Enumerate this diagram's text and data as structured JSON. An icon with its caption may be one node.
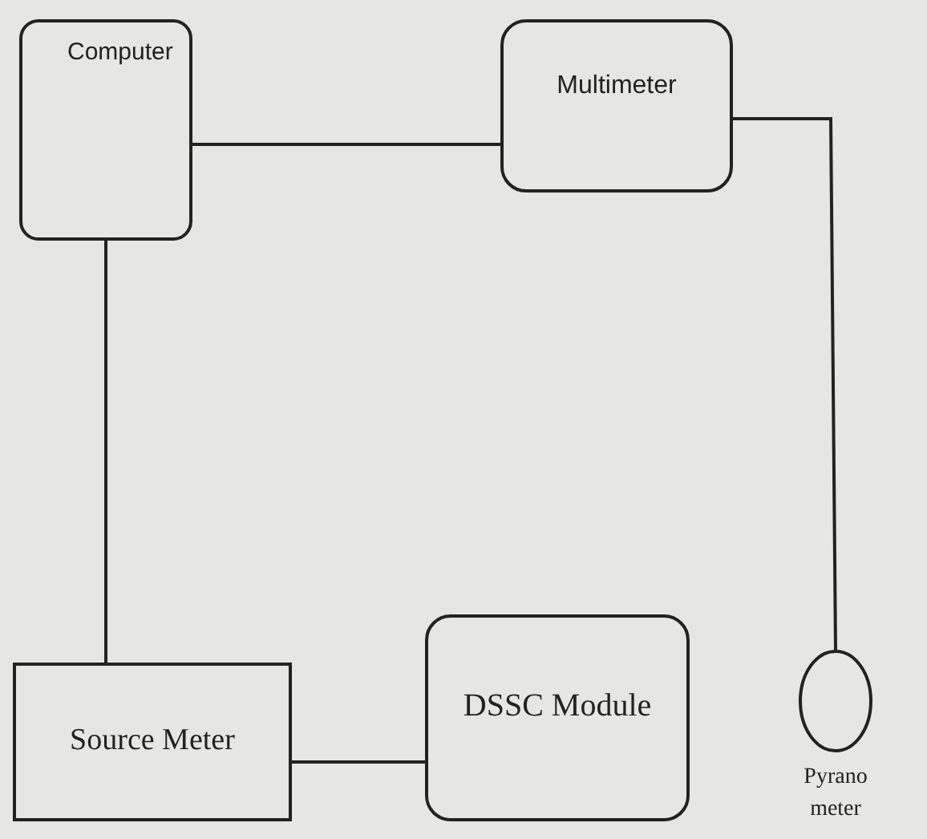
{
  "diagram": {
    "nodes": [
      {
        "text": [
          "Computer"
        ]
      },
      {
        "text": [
          "Multimeter"
        ]
      },
      {
        "text": [
          "Source Meter"
        ]
      },
      {
        "text": [
          "DSSC Module"
        ]
      },
      {
        "text": [],
        "shape": "circle",
        "beside": [
          "Pyrano meter"
        ]
      }
    ],
    "edges": [
      {
        "from": 0,
        "to": 1,
        "arrow": "none"
      },
      {
        "from": 0,
        "to": 2,
        "arrow": "none"
      },
      {
        "from": 2,
        "to": 3,
        "arrow": "none"
      },
      {
        "from": 1,
        "to": 4,
        "arrow": "none"
      }
    ]
  }
}
